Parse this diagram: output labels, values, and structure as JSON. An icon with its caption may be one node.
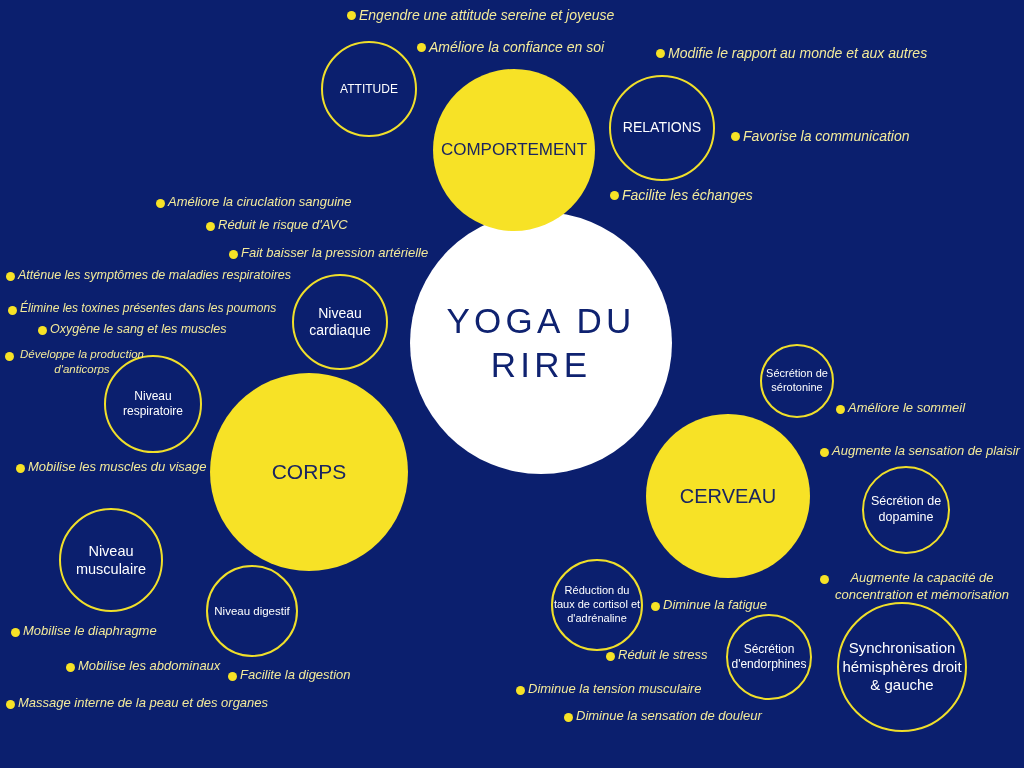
{
  "diagram": {
    "nodes": [
      {
        "text": [
          "YOGA DU RIRE"
        ]
      },
      {
        "text": [
          "COMPORTEMENT"
        ]
      },
      {
        "text": [
          "ATTITUDE"
        ]
      },
      {
        "text": [
          "RELATIONS"
        ]
      },
      {
        "text": [
          "CORPS"
        ]
      },
      {
        "text": [
          "Niveau cardiaque"
        ]
      },
      {
        "text": [
          "Niveau respiratoire"
        ]
      },
      {
        "text": [
          "Niveau musculaire"
        ]
      },
      {
        "text": [
          "Niveau digestif"
        ]
      },
      {
        "text": [
          "CERVEAU"
        ]
      },
      {
        "text": [
          "Sécrétion de sérotonine"
        ]
      },
      {
        "text": [
          "Sécrétion de dopamine"
        ]
      },
      {
        "text": [
          "Réduction du taux de cortisol et d'adrénaline"
        ]
      },
      {
        "text": [
          "Sécrétion d'endorphines"
        ]
      },
      {
        "text": [
          "Synchronisation hémisphères droit & gauche"
        ]
      }
    ],
    "labels": [
      "Engendre une attitude sereine et joyeuse",
      "Améliore la confiance en soi",
      "Modifie le rapport au monde et aux autres",
      "Favorise la communication",
      "Facilite les échanges",
      "Améliore la ciruclation sanguine",
      "Réduit le risque d'AVC",
      "Fait baisser la pression artérielle",
      "Atténue les symptômes de maladies respiratoires",
      "Élimine les toxines présentes dans les poumons",
      "Oxygène le sang et les muscles",
      "Développe la production d'anticorps",
      "Améliore le sommeil",
      "Augmente la sensation de plaisir",
      "Mobilise les muscles du visage",
      "Augmente la capacité de concentration et mémorisation",
      "Diminue la fatigue",
      "Mobilise le diaphragme",
      "Réduit le stress",
      "Mobilise les abdominaux",
      "Facilite la digestion",
      "Diminue la tension musculaire",
      "Massage interne de la peau et des organes",
      "Diminue la sensation de douleur"
    ]
  }
}
